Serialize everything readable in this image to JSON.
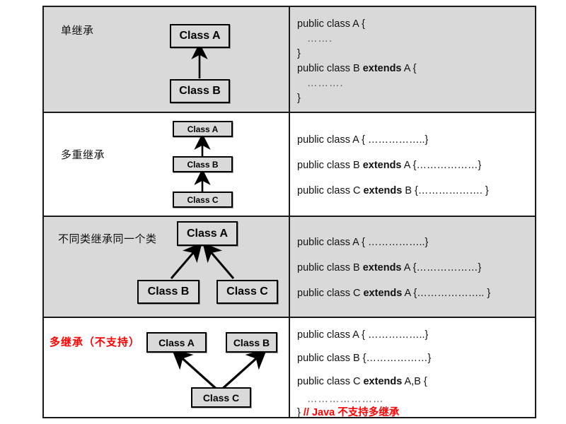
{
  "diagram": {
    "title": "Java Inheritance Types Table",
    "colors": {
      "gray_bg": "#d9d9d9",
      "white_bg": "#ffffff",
      "border": "#1a1a1a",
      "box_fill": "#d9d9d9",
      "text": "#111111",
      "accent_red": "#ff0000"
    }
  },
  "rows": [
    {
      "label": "单继承",
      "label_color": "#111111",
      "bg": "gray",
      "boxes": [
        {
          "name": "Class A"
        },
        {
          "name": "Class B"
        }
      ],
      "edges": [
        {
          "from": "Class B",
          "to": "Class A"
        }
      ],
      "code": {
        "lines": [
          {
            "parts": [
              {
                "t": "public class A {",
                "bold": false
              }
            ]
          },
          {
            "indent": true,
            "parts": [
              {
                "t": "…….",
                "bold": false
              }
            ]
          },
          {
            "parts": [
              {
                "t": "}",
                "bold": false
              }
            ]
          },
          {
            "parts": [
              {
                "t": "public class B ",
                "bold": false
              },
              {
                "t": "extends",
                "bold": true
              },
              {
                "t": " A {",
                "bold": false
              }
            ]
          },
          {
            "indent": true,
            "parts": [
              {
                "t": "……….",
                "bold": false
              }
            ]
          },
          {
            "parts": [
              {
                "t": "}",
                "bold": false
              }
            ]
          }
        ]
      }
    },
    {
      "label": "多重继承",
      "label_color": "#111111",
      "bg": "white",
      "boxes": [
        {
          "name": "Class A"
        },
        {
          "name": "Class B"
        },
        {
          "name": "Class C"
        }
      ],
      "edges": [
        {
          "from": "Class C",
          "to": "Class B"
        },
        {
          "from": "Class B",
          "to": "Class A"
        }
      ],
      "code": {
        "lines": [
          {
            "parts": [
              {
                "t": "public class A { ……………..}",
                "bold": false
              }
            ]
          },
          {
            "parts": [
              {
                "t": "public class B ",
                "bold": false
              },
              {
                "t": "extends",
                "bold": true
              },
              {
                "t": " A {………………}",
                "bold": false
              }
            ]
          },
          {
            "parts": [
              {
                "t": "public class C ",
                "bold": false
              },
              {
                "t": "extends",
                "bold": true
              },
              {
                "t": "  B {………………. }",
                "bold": false
              }
            ]
          }
        ]
      }
    },
    {
      "label": "不同类继承同一个类",
      "label_color": "#111111",
      "bg": "gray",
      "boxes": [
        {
          "name": "Class A"
        },
        {
          "name": "Class B"
        },
        {
          "name": "Class C"
        }
      ],
      "edges": [
        {
          "from": "Class B",
          "to": "Class A"
        },
        {
          "from": "Class C",
          "to": "Class A"
        }
      ],
      "code": {
        "lines": [
          {
            "parts": [
              {
                "t": "public class A { ……………..}",
                "bold": false
              }
            ]
          },
          {
            "parts": [
              {
                "t": "public class B ",
                "bold": false
              },
              {
                "t": "extends",
                "bold": true
              },
              {
                "t": " A {………………}",
                "bold": false
              }
            ]
          },
          {
            "parts": [
              {
                "t": "public class C ",
                "bold": false
              },
              {
                "t": "extends",
                "bold": true
              },
              {
                "t": " A {……………….. }",
                "bold": false
              }
            ]
          }
        ]
      }
    },
    {
      "label": "多继承（不支持）",
      "label_color": "#ff0000",
      "bg": "white",
      "boxes": [
        {
          "name": "Class A"
        },
        {
          "name": "Class B"
        },
        {
          "name": "Class C"
        }
      ],
      "edges": [
        {
          "from": "Class C",
          "to": "Class A"
        },
        {
          "from": "Class C",
          "to": "Class B"
        }
      ],
      "code": {
        "lines": [
          {
            "parts": [
              {
                "t": "public class A { ……………..}",
                "bold": false
              }
            ]
          },
          {
            "parts": [
              {
                "t": "public class B {………………}",
                "bold": false
              }
            ]
          },
          {
            "parts": [
              {
                "t": "public class C ",
                "bold": false
              },
              {
                "t": "extends",
                "bold": true
              },
              {
                "t": "  A,B {",
                "bold": false
              }
            ]
          },
          {
            "indent": true,
            "parts": [
              {
                "t": "…………………",
                "bold": false
              }
            ]
          },
          {
            "parts": [
              {
                "t": "} ",
                "bold": false
              },
              {
                "t": "// Java  不支持多继承",
                "bold": true,
                "color": "#ff0000"
              }
            ]
          }
        ]
      }
    }
  ],
  "labels": {
    "row1": "单继承",
    "row2": "多重继承",
    "row3": "不同类继承同一个类",
    "row4": "多继承（不支持）"
  },
  "boxes": {
    "r1_a": "Class A",
    "r1_b": "Class B",
    "r2_a": "Class A",
    "r2_b": "Class B",
    "r2_c": "Class C",
    "r3_a": "Class A",
    "r3_b": "Class B",
    "r3_c": "Class C",
    "r4_a": "Class A",
    "r4_b": "Class B",
    "r4_c": "Class C"
  }
}
